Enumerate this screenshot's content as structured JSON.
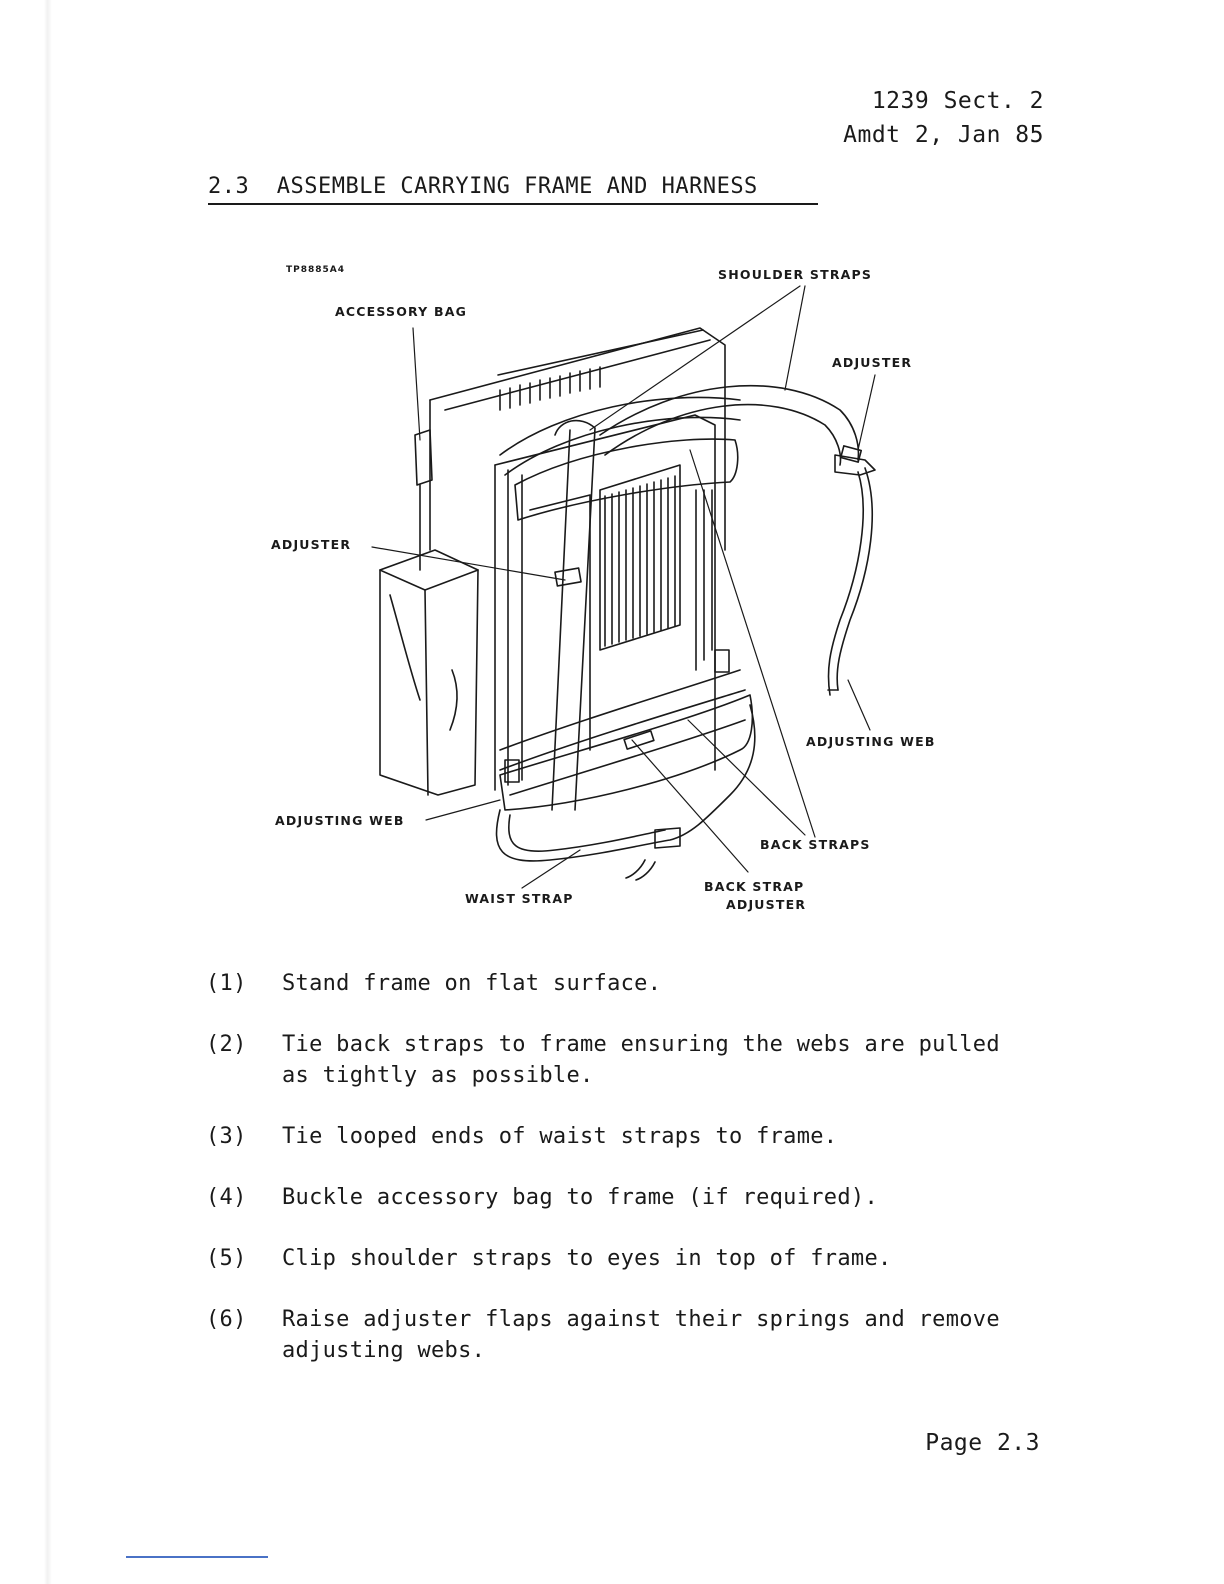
{
  "header": {
    "doc_ref_line1": "1239 Sect. 2",
    "doc_ref_line2": "Amdt 2, Jan 85"
  },
  "section": {
    "title": "2.3  ASSEMBLE CARRYING FRAME AND HARNESS"
  },
  "figure": {
    "ref_code": "TP8885A4",
    "labels": {
      "shoulder_straps": "SHOULDER STRAPS",
      "accessory_bag": "ACCESSORY BAG",
      "adjuster_top": "ADJUSTER",
      "adjuster_left": "ADJUSTER",
      "adjusting_web_right": "ADJUSTING WEB",
      "adjusting_web_left": "ADJUSTING WEB",
      "back_straps": "BACK STRAPS",
      "back_strap_adjuster_line1": "BACK STRAP",
      "back_strap_adjuster_line2": "ADJUSTER",
      "waist_strap": "WAIST STRAP"
    }
  },
  "steps": [
    {
      "num": "(1)",
      "text": "Stand frame on flat surface."
    },
    {
      "num": "(2)",
      "text": "Tie back straps to frame ensuring the webs are pulled as tightly as possible."
    },
    {
      "num": "(3)",
      "text": "Tie looped ends of waist straps to frame."
    },
    {
      "num": "(4)",
      "text": "Buckle accessory bag to frame (if required)."
    },
    {
      "num": "(5)",
      "text": "Clip shoulder straps to eyes in top of frame."
    },
    {
      "num": "(6)",
      "text": "Raise adjuster flaps against their springs and remove adjusting webs."
    }
  ],
  "footer": {
    "page_number": "Page 2.3"
  }
}
